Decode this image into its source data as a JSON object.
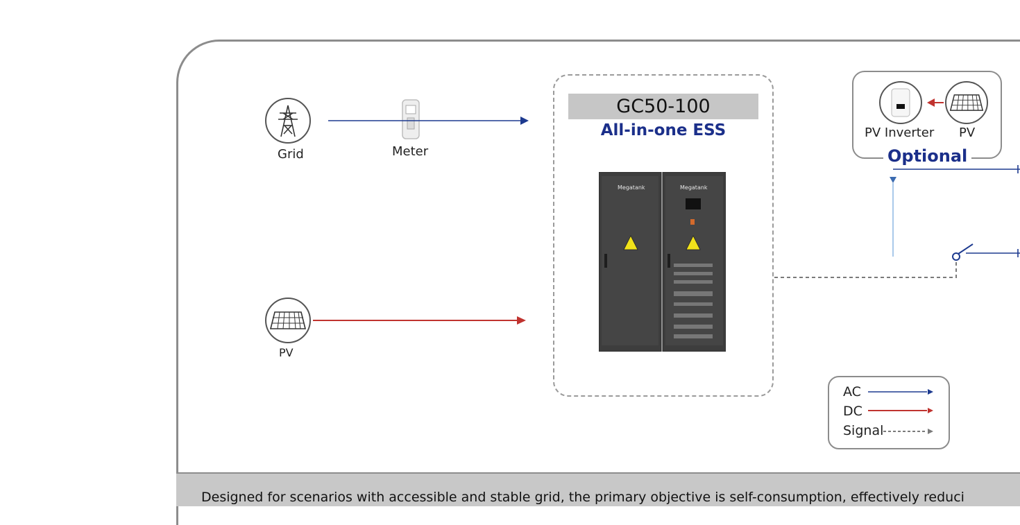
{
  "nodes": {
    "grid": "Grid",
    "meter": "Meter",
    "pv": "PV",
    "pv_inverter": "PV Inverter",
    "pv_optional": "PV"
  },
  "ess": {
    "model": "GC50-100",
    "subtitle": "All-in-one ESS",
    "brand_left": "Megatank",
    "brand_right": "Megatank"
  },
  "optional_label": "Optional",
  "legend": {
    "ac": "AC",
    "dc": "DC",
    "signal": "Signal"
  },
  "caption": "Designed for scenarios with accessible and stable grid, the primary objective is self-consumption, effectively reduci",
  "colors": {
    "ac": "#1d3a8f",
    "dc": "#c0332f",
    "signal": "#7a7a7a",
    "accent_text": "#1b2f8a"
  }
}
